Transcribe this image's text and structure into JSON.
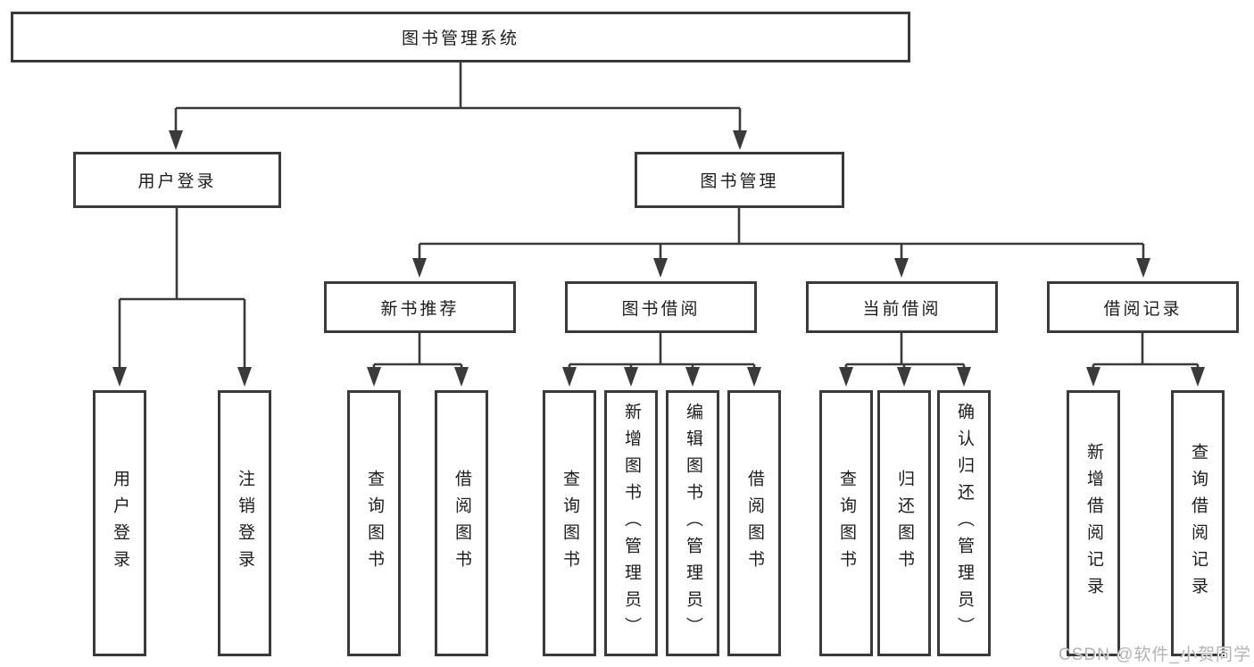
{
  "diagram": {
    "tree": {
      "root": "图书管理系统",
      "branches": [
        {
          "label": "用户登录",
          "children": [
            "用户登录",
            "注销登录"
          ]
        },
        {
          "label": "图书管理",
          "children": [
            {
              "label": "新书推荐",
              "children": [
                "查询图书",
                "借阅图书"
              ]
            },
            {
              "label": "图书借阅",
              "children": [
                "查询图书",
                "新增图书（管理员）",
                "编辑图书（管理员）",
                "借阅图书"
              ]
            },
            {
              "label": "当前借阅",
              "children": [
                "查询图书",
                "归还图书",
                "确认归还（管理员）"
              ]
            },
            {
              "label": "借阅记录",
              "children": [
                "新增借阅记录",
                "查询借阅记录"
              ]
            }
          ]
        }
      ]
    },
    "colors": {
      "line": "#3a3a3a",
      "box_border": "#3a3a3a",
      "box_fill": "#ffffff",
      "text": "#1c1c1c",
      "watermark": "#b3b3b3"
    },
    "watermark": "CSDN @软件_小贺同学"
  }
}
